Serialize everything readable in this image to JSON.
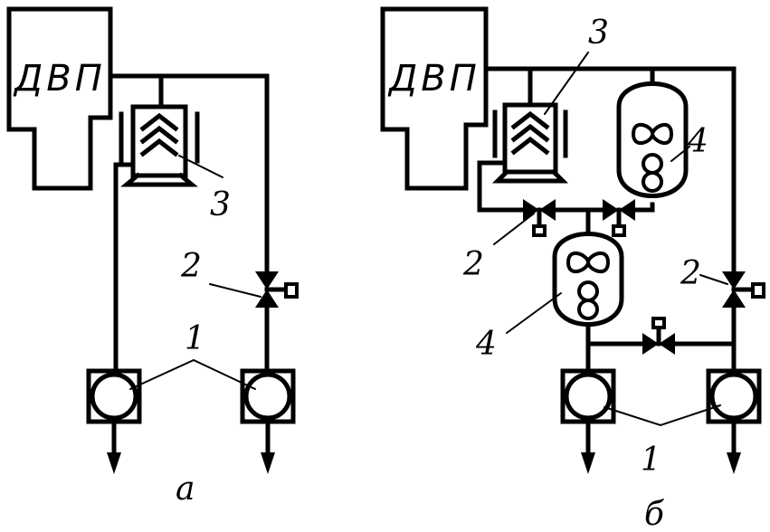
{
  "left": {
    "block_label": "ДВП",
    "callouts": {
      "filter": "3",
      "valve": "2",
      "pumps": "1"
    },
    "caption": "а"
  },
  "right": {
    "block_label": "ДВП",
    "callouts": {
      "filter": "3",
      "receiver_upper": "4",
      "valve_left": "2",
      "receiver_lower": "4",
      "valve_right": "2",
      "pumps": "1"
    },
    "caption": "б"
  }
}
